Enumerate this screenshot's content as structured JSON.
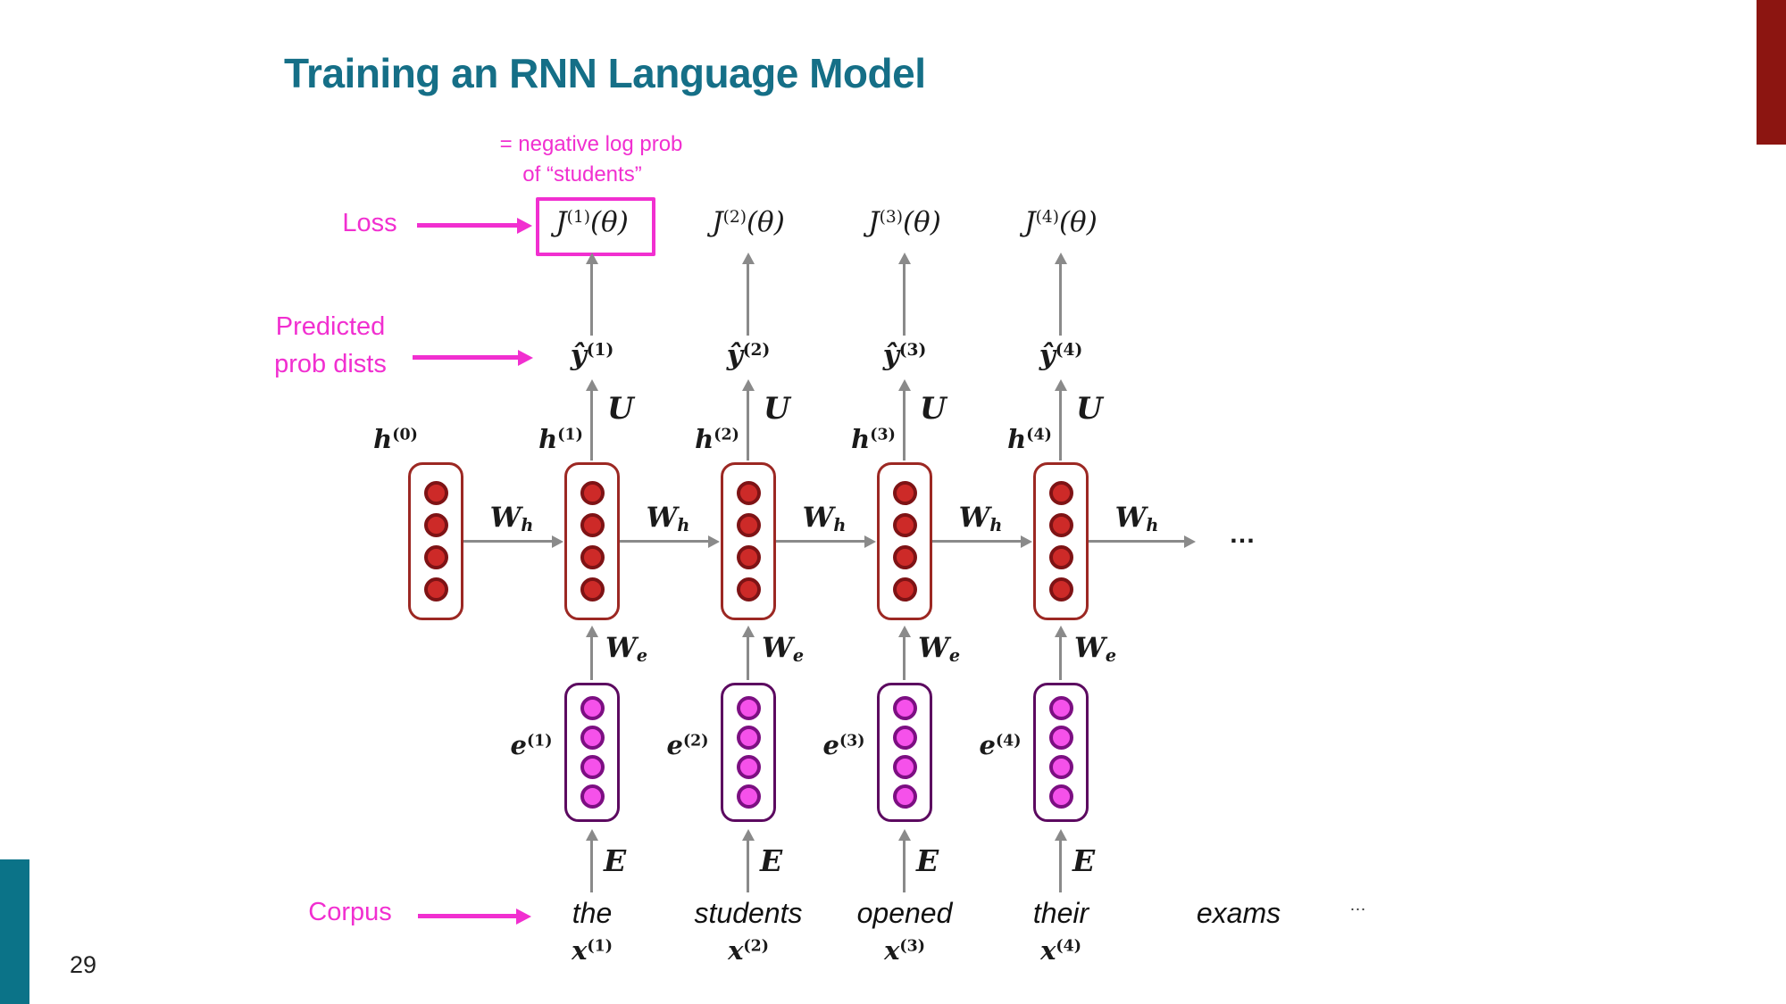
{
  "title": "Training an RNN Language Model",
  "page_number": "29",
  "annotations": {
    "note_line1": "= negative log prob",
    "note_line2": "of “students”",
    "loss": "Loss",
    "predicted_line1": "Predicted",
    "predicted_line2": "prob dists",
    "corpus": "Corpus"
  },
  "letters": {
    "J": "J",
    "theta": "(θ)",
    "yhat": "ŷ",
    "h": "h",
    "e": "e",
    "x": "x",
    "W": "W",
    "h_sub": "h",
    "e_sub": "e",
    "U": "U",
    "E": "E"
  },
  "hidden_states": [
    {
      "sup": "(0)"
    },
    {
      "sup": "(1)"
    },
    {
      "sup": "(2)"
    },
    {
      "sup": "(3)"
    },
    {
      "sup": "(4)"
    }
  ],
  "columns": [
    {
      "j_sup": "(1)",
      "yhat_sup": "(1)",
      "e_sup": "(1)",
      "x_sup": "(1)",
      "word": "the"
    },
    {
      "j_sup": "(2)",
      "yhat_sup": "(2)",
      "e_sup": "(2)",
      "x_sup": "(2)",
      "word": "students"
    },
    {
      "j_sup": "(3)",
      "yhat_sup": "(3)",
      "e_sup": "(3)",
      "x_sup": "(3)",
      "word": "opened"
    },
    {
      "j_sup": "(4)",
      "yhat_sup": "(4)",
      "e_sup": "(4)",
      "x_sup": "(4)",
      "word": "their"
    }
  ],
  "extra_word": "exams",
  "hidden_ellipsis": "…",
  "corpus_ellipsis": "…",
  "colors": {
    "title_teal": "#156f87",
    "annotation_magenta": "#f12fd0",
    "arrow_gray": "#8a8a8a",
    "hidden_unit_fill": "#cd2a28",
    "hidden_unit_border": "#7e1315",
    "hidden_box_border": "#9c2823",
    "embedding_unit_fill": "#f551ea",
    "embedding_unit_border": "#7c0f82",
    "embedding_box_border": "#5c0a60",
    "top_right_bar": "#8c1511",
    "bottom_left_bar": "#0b7388"
  }
}
